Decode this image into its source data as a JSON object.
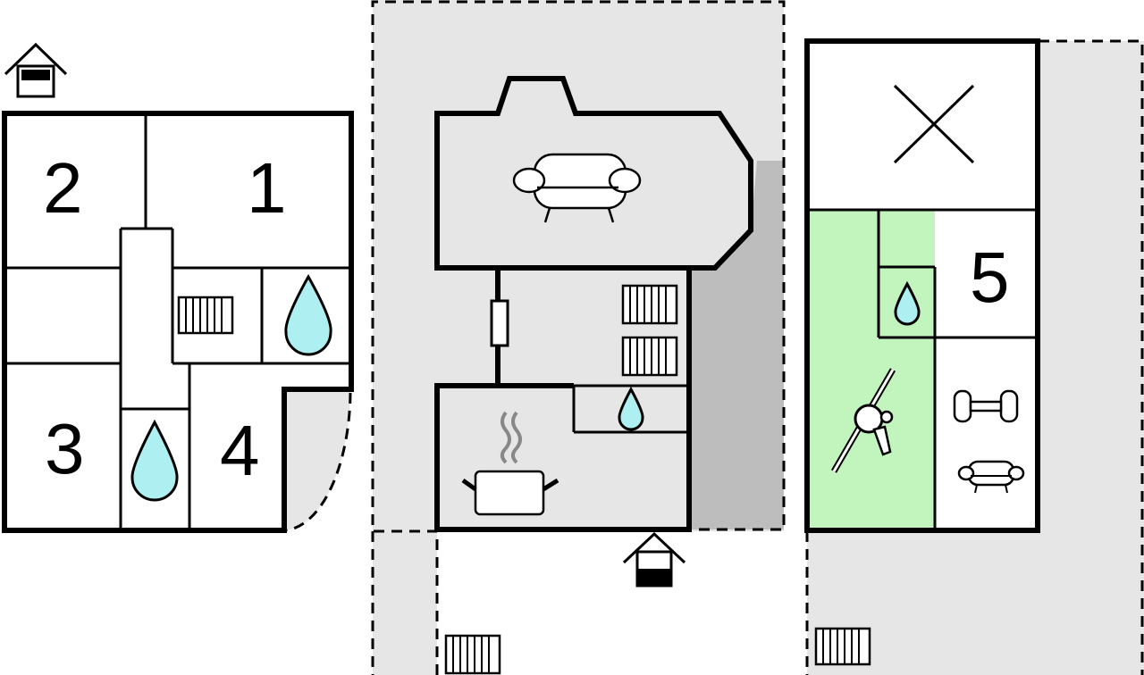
{
  "floorplan": {
    "rooms": [
      {
        "id": "room-1",
        "label": "1"
      },
      {
        "id": "room-2",
        "label": "2"
      },
      {
        "id": "room-3",
        "label": "3"
      },
      {
        "id": "room-4",
        "label": "4"
      },
      {
        "id": "room-5",
        "label": "5"
      }
    ],
    "icons": [
      "entrance-house-icon",
      "sofa-icon",
      "radiator-icon",
      "water-drop-icon",
      "kitchen-pot-icon",
      "steam-icon",
      "void-cross-icon",
      "table-tennis-icon",
      "dumbbell-icon",
      "armchair-icon",
      "door-icon"
    ],
    "colors": {
      "wall": "#000000",
      "outdoor_area": "#e6e6e6",
      "terrace": "#bdbdbd",
      "activity_area": "#c2f5bd",
      "water": "#aef0f2",
      "background": "#ffffff"
    }
  }
}
